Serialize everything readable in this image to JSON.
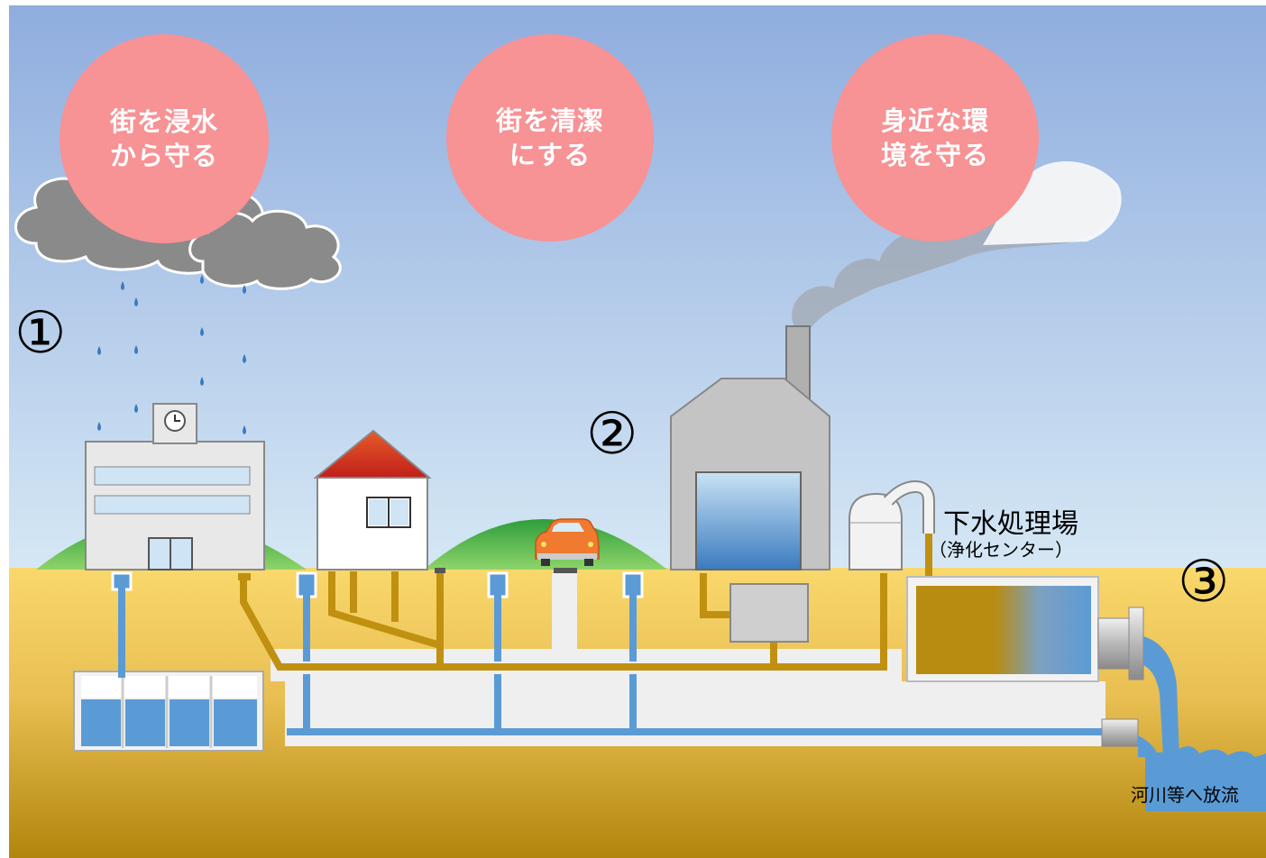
{
  "goals": [
    {
      "text": "街を浸水\nから守る"
    },
    {
      "text": "街を清潔\nにする"
    },
    {
      "text": "身近な環\n境を守る"
    }
  ],
  "markers": {
    "one": "①",
    "two": "②",
    "three": "③"
  },
  "plant": {
    "name": "下水処理場",
    "subname": "（浄化センター）"
  },
  "outlet": {
    "label": "河川等へ放流"
  },
  "colors": {
    "sky_top": "#8fadde",
    "sky_bottom": "#d6e8f5",
    "ground_top": "#f7d46a",
    "ground_bottom": "#b0860c",
    "rain_pipe": "#5b9bd5",
    "sewage_pipe": "#c09010",
    "goal_circle": "#f79295",
    "hill": "#3aa845"
  }
}
